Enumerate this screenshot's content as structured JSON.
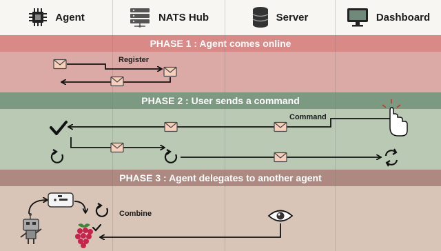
{
  "header": {
    "columns": [
      {
        "label": "Agent",
        "icon": "cpu-chip-icon"
      },
      {
        "label": "NATS Hub",
        "icon": "server-rack-icon"
      },
      {
        "label": "Server",
        "icon": "database-icon"
      },
      {
        "label": "Dashboard",
        "icon": "monitor-icon"
      }
    ]
  },
  "phases": [
    {
      "title": "PHASE 1 : Agent comes online",
      "title_color": "#d98a87",
      "body_color": "#dcaaa6"
    },
    {
      "title": "PHASE 2 : User sends a command",
      "title_color": "#7c9a82",
      "body_color": "#b9c9b4"
    },
    {
      "title": "PHASE 3 : Agent delegates to another agent",
      "title_color": "#ad8982",
      "body_color": "#d8c5b7"
    }
  ],
  "labels": {
    "register": "Register",
    "command": "Command",
    "combine": "Combine"
  },
  "colors": {
    "envelope_fill": "#f6d0bd",
    "envelope_stroke": "#444444",
    "arrow": "#111111",
    "header_bg": "#f7f6f2"
  }
}
